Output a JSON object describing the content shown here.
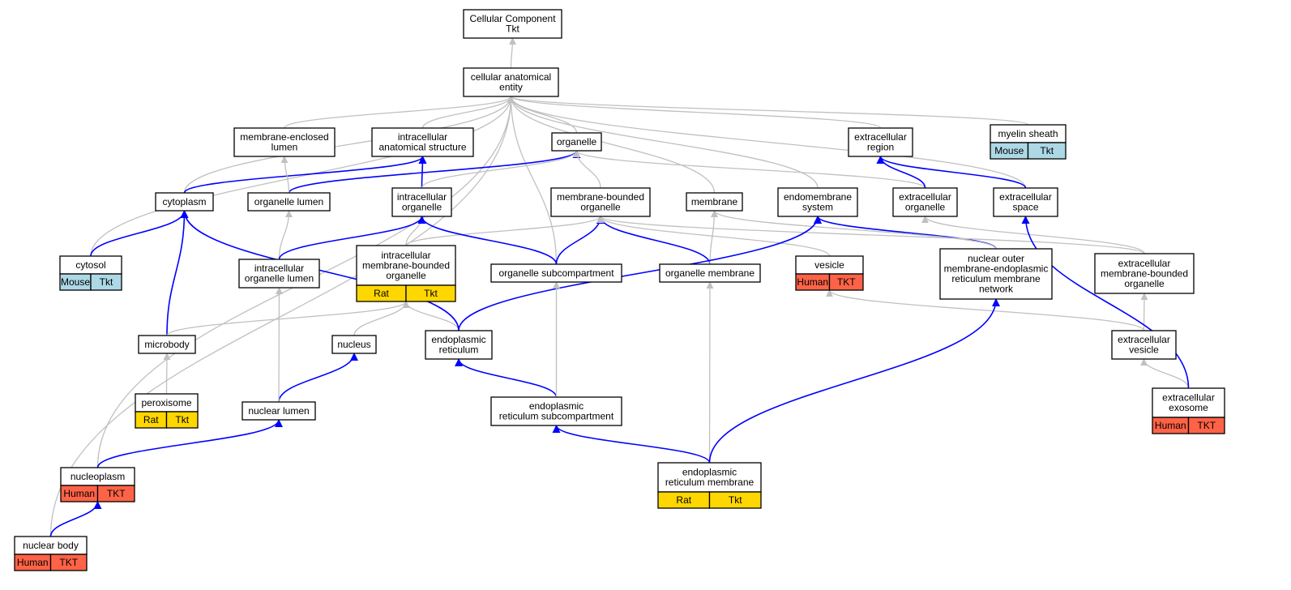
{
  "colors": {
    "node_border": "#000000",
    "edge_is_a": "#c0c0c0",
    "edge_part_of": "#0000ff",
    "mouse_tag": "#add8e6",
    "rat_tag": "#ffd700",
    "human_tag": "#ff6347"
  },
  "nodes": [
    {
      "id": "cellular_component",
      "lines": [
        "Cellular Component",
        "Tkt"
      ],
      "tags": []
    },
    {
      "id": "cellular_anatomical_entity",
      "lines": [
        "cellular anatomical",
        "entity"
      ],
      "tags": []
    },
    {
      "id": "membrane_enclosed_lumen",
      "lines": [
        "membrane-enclosed",
        "lumen"
      ],
      "tags": []
    },
    {
      "id": "intracellular_anatomical_structure",
      "lines": [
        "intracellular",
        "anatomical structure"
      ],
      "tags": []
    },
    {
      "id": "organelle",
      "lines": [
        "organelle"
      ],
      "tags": []
    },
    {
      "id": "extracellular_region",
      "lines": [
        "extracellular",
        "region"
      ],
      "tags": []
    },
    {
      "id": "myelin_sheath",
      "lines": [
        "myelin sheath"
      ],
      "tags": [
        {
          "label": "Mouse",
          "color": "mouse"
        },
        {
          "label": "Tkt",
          "color": "mouse"
        }
      ]
    },
    {
      "id": "cytoplasm",
      "lines": [
        "cytoplasm"
      ],
      "tags": []
    },
    {
      "id": "organelle_lumen",
      "lines": [
        "organelle lumen"
      ],
      "tags": []
    },
    {
      "id": "intracellular_organelle",
      "lines": [
        "intracellular",
        "organelle"
      ],
      "tags": []
    },
    {
      "id": "membrane_bounded_organelle",
      "lines": [
        "membrane-bounded",
        "organelle"
      ],
      "tags": []
    },
    {
      "id": "membrane",
      "lines": [
        "membrane"
      ],
      "tags": []
    },
    {
      "id": "endomembrane_system",
      "lines": [
        "endomembrane",
        "system"
      ],
      "tags": []
    },
    {
      "id": "extracellular_organelle",
      "lines": [
        "extracellular",
        "organelle"
      ],
      "tags": []
    },
    {
      "id": "extracellular_space",
      "lines": [
        "extracellular",
        "space"
      ],
      "tags": []
    },
    {
      "id": "cytosol",
      "lines": [
        "cytosol"
      ],
      "tags": [
        {
          "label": "Mouse",
          "color": "mouse"
        },
        {
          "label": "Tkt",
          "color": "mouse"
        }
      ]
    },
    {
      "id": "intracellular_organelle_lumen",
      "lines": [
        "intracellular",
        "organelle lumen"
      ],
      "tags": []
    },
    {
      "id": "intracellular_membrane_bounded_organelle",
      "lines": [
        "intracellular",
        "membrane-bounded",
        "organelle"
      ],
      "tags": [
        {
          "label": "Rat",
          "color": "rat"
        },
        {
          "label": "Tkt",
          "color": "rat"
        }
      ]
    },
    {
      "id": "organelle_subcompartment",
      "lines": [
        "organelle subcompartment"
      ],
      "tags": []
    },
    {
      "id": "organelle_membrane",
      "lines": [
        "organelle membrane"
      ],
      "tags": []
    },
    {
      "id": "vesicle",
      "lines": [
        "vesicle"
      ],
      "tags": [
        {
          "label": "Human",
          "color": "human"
        },
        {
          "label": "TKT",
          "color": "human"
        }
      ]
    },
    {
      "id": "nuclear_outer_membrane",
      "lines": [
        "nuclear outer",
        "membrane-endoplasmic",
        "reticulum membrane",
        "network"
      ],
      "tags": []
    },
    {
      "id": "extracellular_membrane_bounded_organelle",
      "lines": [
        "extracellular",
        "membrane-bounded",
        "organelle"
      ],
      "tags": []
    },
    {
      "id": "microbody",
      "lines": [
        "microbody"
      ],
      "tags": []
    },
    {
      "id": "nucleus",
      "lines": [
        "nucleus"
      ],
      "tags": []
    },
    {
      "id": "endoplasmic_reticulum",
      "lines": [
        "endoplasmic",
        "reticulum"
      ],
      "tags": []
    },
    {
      "id": "extracellular_vesicle",
      "lines": [
        "extracellular",
        "vesicle"
      ],
      "tags": []
    },
    {
      "id": "peroxisome",
      "lines": [
        "peroxisome"
      ],
      "tags": [
        {
          "label": "Rat",
          "color": "rat"
        },
        {
          "label": "Tkt",
          "color": "rat"
        }
      ]
    },
    {
      "id": "nuclear_lumen",
      "lines": [
        "nuclear lumen"
      ],
      "tags": []
    },
    {
      "id": "er_subcompartment",
      "lines": [
        "endoplasmic",
        "reticulum subcompartment"
      ],
      "tags": []
    },
    {
      "id": "extracellular_exosome",
      "lines": [
        "extracellular",
        "exosome"
      ],
      "tags": [
        {
          "label": "Human",
          "color": "human"
        },
        {
          "label": "TKT",
          "color": "human"
        }
      ]
    },
    {
      "id": "nucleoplasm",
      "lines": [
        "nucleoplasm"
      ],
      "tags": [
        {
          "label": "Human",
          "color": "human"
        },
        {
          "label": "TKT",
          "color": "human"
        }
      ]
    },
    {
      "id": "er_membrane",
      "lines": [
        "endoplasmic",
        "reticulum membrane"
      ],
      "tags": [
        {
          "label": "Rat",
          "color": "rat"
        },
        {
          "label": "Tkt",
          "color": "rat"
        }
      ]
    },
    {
      "id": "nuclear_body",
      "lines": [
        "nuclear body"
      ],
      "tags": [
        {
          "label": "Human",
          "color": "human"
        },
        {
          "label": "TKT",
          "color": "human"
        }
      ]
    }
  ],
  "edges": [
    {
      "from": "cellular_anatomical_entity",
      "to": "cellular_component",
      "type": "is_a"
    },
    {
      "from": "membrane_enclosed_lumen",
      "to": "cellular_anatomical_entity",
      "type": "is_a"
    },
    {
      "from": "intracellular_anatomical_structure",
      "to": "cellular_anatomical_entity",
      "type": "is_a"
    },
    {
      "from": "organelle",
      "to": "cellular_anatomical_entity",
      "type": "is_a"
    },
    {
      "from": "extracellular_region",
      "to": "cellular_anatomical_entity",
      "type": "is_a"
    },
    {
      "from": "myelin_sheath",
      "to": "cellular_anatomical_entity",
      "type": "is_a"
    },
    {
      "from": "cytoplasm",
      "to": "cellular_anatomical_entity",
      "type": "is_a"
    },
    {
      "from": "membrane",
      "to": "cellular_anatomical_entity",
      "type": "is_a"
    },
    {
      "from": "endomembrane_system",
      "to": "cellular_anatomical_entity",
      "type": "is_a"
    },
    {
      "from": "extracellular_space",
      "to": "cellular_anatomical_entity",
      "type": "is_a"
    },
    {
      "from": "cytosol",
      "to": "cellular_anatomical_entity",
      "type": "is_a"
    },
    {
      "from": "organelle_subcompartment",
      "to": "cellular_anatomical_entity",
      "type": "is_a"
    },
    {
      "from": "nucleoplasm",
      "to": "cellular_anatomical_entity",
      "type": "is_a"
    },
    {
      "from": "nuclear_body",
      "to": "cellular_anatomical_entity",
      "type": "is_a"
    },
    {
      "from": "cytoplasm",
      "to": "intracellular_anatomical_structure",
      "type": "part_of"
    },
    {
      "from": "organelle_lumen",
      "to": "organelle",
      "type": "part_of"
    },
    {
      "from": "organelle_lumen",
      "to": "membrane_enclosed_lumen",
      "type": "is_a"
    },
    {
      "from": "intracellular_organelle",
      "to": "intracellular_anatomical_structure",
      "type": "part_of"
    },
    {
      "from": "intracellular_organelle",
      "to": "organelle",
      "type": "is_a"
    },
    {
      "from": "membrane_bounded_organelle",
      "to": "organelle",
      "type": "is_a"
    },
    {
      "from": "extracellular_organelle",
      "to": "organelle",
      "type": "is_a"
    },
    {
      "from": "extracellular_organelle",
      "to": "extracellular_region",
      "type": "part_of"
    },
    {
      "from": "extracellular_space",
      "to": "extracellular_region",
      "type": "part_of"
    },
    {
      "from": "cytosol",
      "to": "cytoplasm",
      "type": "part_of"
    },
    {
      "from": "intracellular_organelle_lumen",
      "to": "organelle_lumen",
      "type": "is_a"
    },
    {
      "from": "intracellular_organelle_lumen",
      "to": "intracellular_organelle",
      "type": "part_of"
    },
    {
      "from": "intracellular_membrane_bounded_organelle",
      "to": "intracellular_organelle",
      "type": "is_a"
    },
    {
      "from": "intracellular_membrane_bounded_organelle",
      "to": "membrane_bounded_organelle",
      "type": "is_a"
    },
    {
      "from": "organelle_subcompartment",
      "to": "intracellular_organelle",
      "type": "part_of"
    },
    {
      "from": "organelle_subcompartment",
      "to": "membrane_bounded_organelle",
      "type": "part_of"
    },
    {
      "from": "organelle_membrane",
      "to": "membrane_bounded_organelle",
      "type": "part_of"
    },
    {
      "from": "organelle_membrane",
      "to": "membrane",
      "type": "is_a"
    },
    {
      "from": "vesicle",
      "to": "membrane_bounded_organelle",
      "type": "is_a"
    },
    {
      "from": "nuclear_outer_membrane",
      "to": "endomembrane_system",
      "type": "part_of"
    },
    {
      "from": "nuclear_outer_membrane",
      "to": "membrane",
      "type": "is_a"
    },
    {
      "from": "extracellular_membrane_bounded_organelle",
      "to": "extracellular_organelle",
      "type": "is_a"
    },
    {
      "from": "extracellular_membrane_bounded_organelle",
      "to": "membrane_bounded_organelle",
      "type": "is_a"
    },
    {
      "from": "microbody",
      "to": "cytoplasm",
      "type": "part_of"
    },
    {
      "from": "microbody",
      "to": "intracellular_membrane_bounded_organelle",
      "type": "is_a"
    },
    {
      "from": "nucleus",
      "to": "intracellular_membrane_bounded_organelle",
      "type": "is_a"
    },
    {
      "from": "endoplasmic_reticulum",
      "to": "intracellular_membrane_bounded_organelle",
      "type": "is_a"
    },
    {
      "from": "endoplasmic_reticulum",
      "to": "cytoplasm",
      "type": "part_of"
    },
    {
      "from": "endoplasmic_reticulum",
      "to": "endomembrane_system",
      "type": "part_of"
    },
    {
      "from": "extracellular_vesicle",
      "to": "extracellular_membrane_bounded_organelle",
      "type": "is_a"
    },
    {
      "from": "extracellular_vesicle",
      "to": "vesicle",
      "type": "is_a"
    },
    {
      "from": "peroxisome",
      "to": "microbody",
      "type": "is_a"
    },
    {
      "from": "nuclear_lumen",
      "to": "nucleus",
      "type": "part_of"
    },
    {
      "from": "nuclear_lumen",
      "to": "intracellular_organelle_lumen",
      "type": "is_a"
    },
    {
      "from": "er_subcompartment",
      "to": "endoplasmic_reticulum",
      "type": "part_of"
    },
    {
      "from": "er_subcompartment",
      "to": "organelle_subcompartment",
      "type": "is_a"
    },
    {
      "from": "extracellular_exosome",
      "to": "extracellular_vesicle",
      "type": "is_a"
    },
    {
      "from": "extracellular_exosome",
      "to": "extracellular_space",
      "type": "part_of"
    },
    {
      "from": "nucleoplasm",
      "to": "nuclear_lumen",
      "type": "part_of"
    },
    {
      "from": "er_membrane",
      "to": "er_subcompartment",
      "type": "part_of"
    },
    {
      "from": "er_membrane",
      "to": "organelle_membrane",
      "type": "is_a"
    },
    {
      "from": "er_membrane",
      "to": "nuclear_outer_membrane",
      "type": "part_of"
    },
    {
      "from": "nuclear_body",
      "to": "nucleoplasm",
      "type": "part_of"
    }
  ]
}
